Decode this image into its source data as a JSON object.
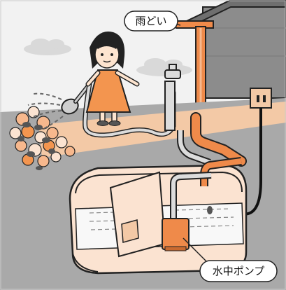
{
  "labels": {
    "gutter": "雨どい",
    "pump": "水中ポンプ"
  },
  "colors": {
    "sky": "#f2f2f2",
    "ground": "#a9a9a9",
    "soil": "#f3c9a6",
    "tank": "#fbe3d1",
    "water": "#f8f8f8",
    "pipe": "#ef8a4a",
    "house": "#8c8c8c",
    "outline": "#222222",
    "dress": "#f3954f",
    "hose": "#dcdcdc"
  },
  "icons": [
    "shower-head-icon",
    "faucet-icon",
    "electric-outlet-icon",
    "morning-glory-flowers"
  ]
}
